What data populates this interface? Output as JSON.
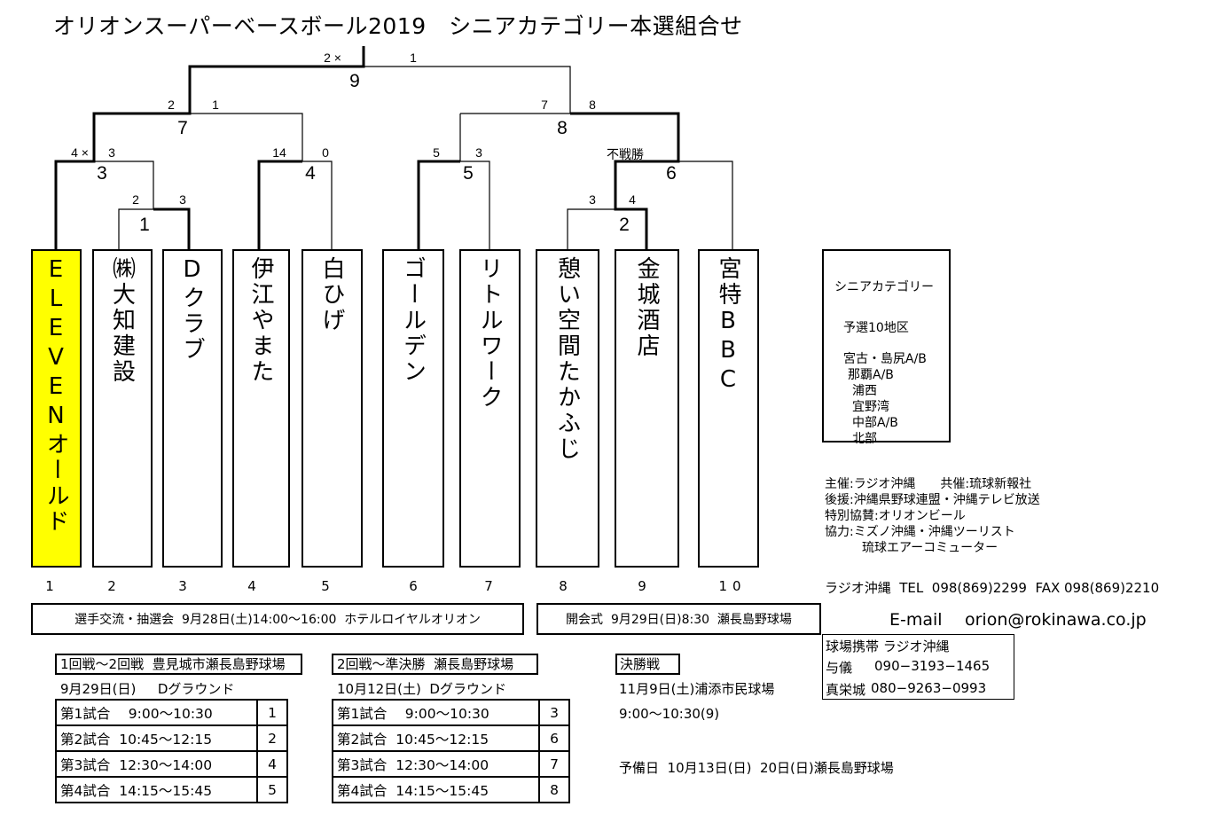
{
  "title": "オリオンスーパーベースボール2019　シニアカテゴリー本選組合せ",
  "teams": [
    {
      "num": "1",
      "name": "ELEVENオールド",
      "highlight": "#ffff00"
    },
    {
      "num": "2",
      "name": "㈱大知建設"
    },
    {
      "num": "3",
      "name": "Dクラブ"
    },
    {
      "num": "4",
      "name": "伊江やまた"
    },
    {
      "num": "5",
      "name": "白ひげ"
    },
    {
      "num": "6",
      "name": "ゴールデン"
    },
    {
      "num": "7",
      "name": "リトルワーク"
    },
    {
      "num": "8",
      "name": "憩い空間たかふじ"
    },
    {
      "num": "9",
      "name": "金城酒店"
    },
    {
      "num": "10",
      "name": "宮特BBC"
    }
  ],
  "games": {
    "g1": {
      "label": "1",
      "left": "2",
      "right": "3"
    },
    "g2": {
      "label": "2",
      "left": "3",
      "right": "4"
    },
    "g3": {
      "label": "3",
      "left": "4 ×",
      "right": "3"
    },
    "g4": {
      "label": "4",
      "left": "14",
      "right": "0"
    },
    "g5": {
      "label": "5",
      "left": "5",
      "right": "3"
    },
    "g6": {
      "label": "6",
      "left": "不戦勝"
    },
    "g7": {
      "label": "7",
      "left": "2",
      "right": "1"
    },
    "g8": {
      "label": "8",
      "left": "7",
      "right": "8"
    },
    "g9": {
      "label": "9",
      "left": "2 ×",
      "right": "1"
    }
  },
  "info_box": {
    "heading": "シニアカテゴリー",
    "subheading": "予選10地区",
    "regions": [
      "宮古・島尻A/B",
      "那覇A/B",
      "浦西",
      "宜野湾",
      "中部A/B",
      "北部"
    ]
  },
  "sponsors": [
    "主催:ラジオ沖縄　　共催:琉球新報社",
    "後援:沖縄県野球連盟・沖縄テレビ放送",
    "特別協賛:オリオンビール",
    "協力:ミズノ沖縄・沖縄ツーリスト",
    "　　　琉球エアーコミューター"
  ],
  "contact": {
    "tel_fax": "ラジオ沖縄  TEL  098(869)2299  FAX 098(869)2210",
    "email_label": "E-mail",
    "email": "orion@rokinawa.co.jp",
    "phone_title": "球場携帯  ラジオ沖縄",
    "phones": [
      {
        "name": "与儀",
        "num": "090−3193−1465"
      },
      {
        "name": "真栄城",
        "num": "080−9263−0993"
      }
    ]
  },
  "events": {
    "draw": "選手交流・抽選会  9月28日(土)14:00～16:00  ホテルロイヤルオリオン",
    "opening": "開会式  9月29日(日)8:30  瀬長島野球場"
  },
  "schedule1": {
    "header": "1回戦～2回戦  豊見城市瀬長島野球場",
    "date": "9月29日(日)　  Dグラウンド",
    "rows": [
      {
        "slot": "第1試合　 9:00～10:30",
        "game": "1"
      },
      {
        "slot": "第2試合  10:45～12:15",
        "game": "2"
      },
      {
        "slot": "第3試合  12:30～14:00",
        "game": "4"
      },
      {
        "slot": "第4試合  14:15～15:45",
        "game": "5"
      }
    ]
  },
  "schedule2": {
    "header": "2回戦～準決勝  瀬長島野球場",
    "date": "10月12日(土)  Dグラウンド",
    "rows": [
      {
        "slot": "第1試合　 9:00～10:30",
        "game": "3"
      },
      {
        "slot": "第2試合  10:45～12:15",
        "game": "6"
      },
      {
        "slot": "第3試合  12:30～14:00",
        "game": "7"
      },
      {
        "slot": "第4試合  14:15～15:45",
        "game": "8"
      }
    ]
  },
  "final": {
    "header": "決勝戦",
    "venue": "11月9日(土)浦添市民球場",
    "time": "9:00～10:30(9)",
    "reserve": "予備日  10月13日(日)  20日(日)瀬長島野球場"
  }
}
